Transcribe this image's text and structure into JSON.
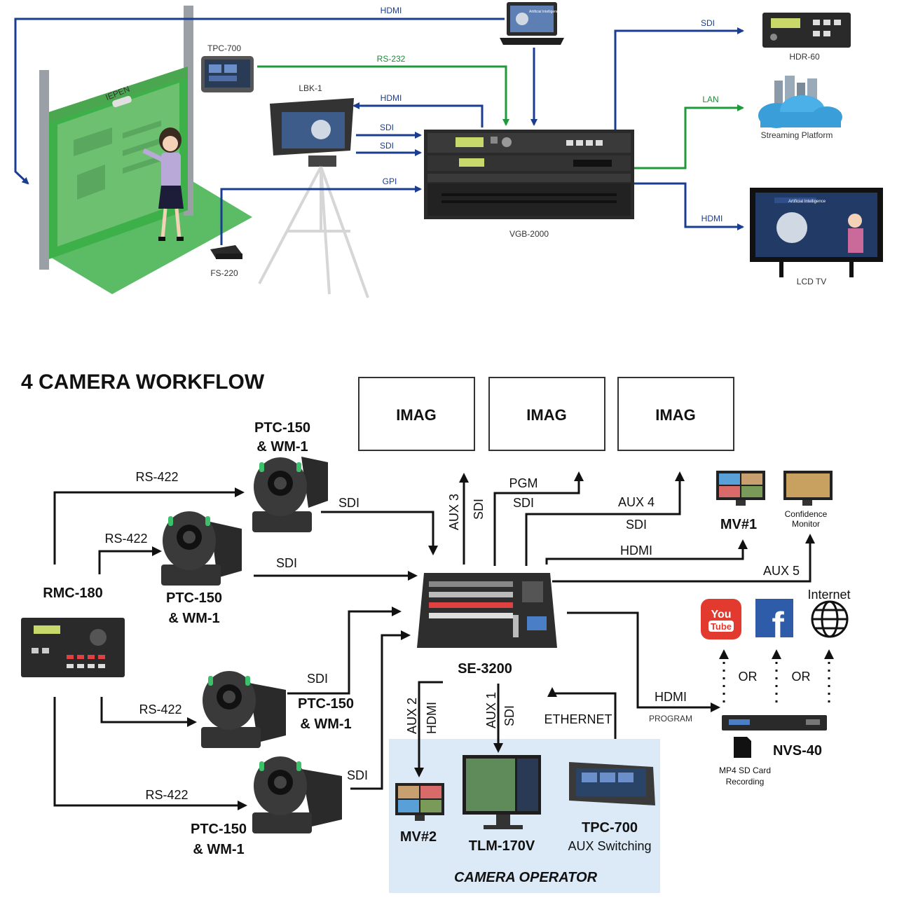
{
  "top_diagram": {
    "devices": {
      "tpc700": "TPC-700",
      "iepen": "IEPEN",
      "lbk1": "LBK-1",
      "fs220": "FS-220",
      "vgb2000": "VGB-2000",
      "hdr60": "HDR-60",
      "streaming": "Streaming Platform",
      "lcd_tv": "LCD TV"
    },
    "links": {
      "hdmi_laptop": "HDMI",
      "rs232": "RS-232",
      "hdmi_lbk": "HDMI",
      "sdi_1": "SDI",
      "sdi_2": "SDI",
      "gpi": "GPI",
      "sdi_hdr": "SDI",
      "lan": "LAN",
      "hdmi_tv": "HDMI"
    },
    "screen_text": {
      "laptop": "Artificial Intelligence",
      "tv": "Artificial Intelligence"
    }
  },
  "bottom_diagram": {
    "title": "4 CAMERA WORKFLOW",
    "imag": [
      "IMAG",
      "IMAG",
      "IMAG"
    ],
    "cameras": {
      "cam1": [
        "PTC-150",
        "& WM-1"
      ],
      "cam2": [
        "PTC-150",
        "& WM-1"
      ],
      "cam3": [
        "PTC-150",
        "& WM-1"
      ],
      "cam4": [
        "PTC-150",
        "& WM-1"
      ]
    },
    "rmc": "RMC-180",
    "switcher": "SE-3200",
    "mv1": "MV#1",
    "confidence": [
      "Confidence",
      "Monitor"
    ],
    "internet": "Internet",
    "or": [
      "OR",
      "OR"
    ],
    "nvs": "NVS-40",
    "sd_card": [
      "MP4 SD Card",
      "Recording"
    ],
    "mv2": "MV#2",
    "tlm": "TLM-170V",
    "tpc": [
      "TPC-700",
      "AUX Switching"
    ],
    "camera_operator": "CAMERA OPERATOR",
    "links": {
      "rs422_1": "RS-422",
      "rs422_2": "RS-422",
      "rs422_3": "RS-422",
      "rs422_4": "RS-422",
      "sdi_cam1": "SDI",
      "sdi_cam2": "SDI",
      "sdi_cam3": "SDI",
      "sdi_cam4": "SDI",
      "aux3": "AUX 3",
      "aux3_sdi": "SDI",
      "pgm": "PGM",
      "pgm_sdi": "SDI",
      "aux4": "AUX 4",
      "aux4_sdi": "SDI",
      "hdmi_mv1": "HDMI",
      "aux5": "AUX 5",
      "hdmi_program": "HDMI",
      "program": "PROGRAM",
      "aux2": "AUX 2",
      "aux2_hdmi": "HDMI",
      "aux1": "AUX 1",
      "aux1_sdi": "SDI",
      "ethernet": "ETHERNET"
    }
  }
}
